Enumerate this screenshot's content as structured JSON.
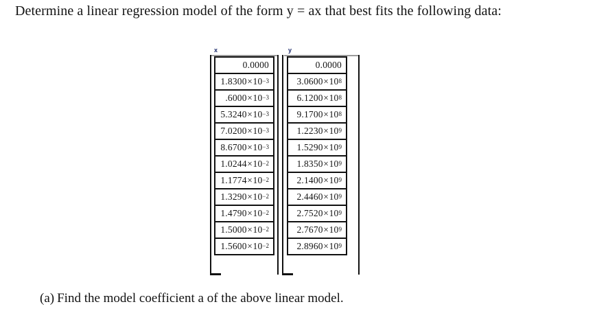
{
  "document": {
    "prompt": "Determine a linear regression model of the form y = ax that best fits the following data:",
    "question_a_marker": "(a)",
    "question_a_text": "Find the model coefficient a of the above linear model."
  },
  "table": {
    "headers": {
      "x": "x",
      "y": "y"
    },
    "rows": [
      {
        "x_mantissa": "0.0000",
        "x_exp": "",
        "y_mantissa": "0.0000",
        "y_exp": ""
      },
      {
        "x_mantissa": "1.8300",
        "x_exp": "-3",
        "y_mantissa": "3.0600",
        "y_exp": "8"
      },
      {
        "x_mantissa": ".6000",
        "x_exp": "-3",
        "y_mantissa": "6.1200",
        "y_exp": "8"
      },
      {
        "x_mantissa": "5.3240",
        "x_exp": "-3",
        "y_mantissa": "9.1700",
        "y_exp": "8"
      },
      {
        "x_mantissa": "7.0200",
        "x_exp": "-3",
        "y_mantissa": "1.2230",
        "y_exp": "9"
      },
      {
        "x_mantissa": "8.6700",
        "x_exp": "-3",
        "y_mantissa": "1.5290",
        "y_exp": "9"
      },
      {
        "x_mantissa": "1.0244",
        "x_exp": "-2",
        "y_mantissa": "1.8350",
        "y_exp": "9"
      },
      {
        "x_mantissa": "1.1774",
        "x_exp": "-2",
        "y_mantissa": "2.1400",
        "y_exp": "9"
      },
      {
        "x_mantissa": "1.3290",
        "x_exp": "-2",
        "y_mantissa": "2.4460",
        "y_exp": "9"
      },
      {
        "x_mantissa": "1.4790",
        "x_exp": "-2",
        "y_mantissa": "2.7520",
        "y_exp": "9"
      },
      {
        "x_mantissa": "1.5000",
        "x_exp": "-2",
        "y_mantissa": "2.7670",
        "y_exp": "9"
      },
      {
        "x_mantissa": "1.5600",
        "x_exp": "-2",
        "y_mantissa": "2.8960",
        "y_exp": "9"
      }
    ],
    "multiplier_symbol": "×",
    "base": "10"
  },
  "chart_data": {
    "type": "table",
    "title": "",
    "xlabel": "x",
    "ylabel": "y",
    "columns": [
      "x",
      "y"
    ],
    "x": [
      0.0,
      0.00183,
      0.0006,
      0.005324,
      0.00702,
      0.00867,
      0.010244,
      0.011774,
      0.01329,
      0.01479,
      0.015,
      0.0156
    ],
    "y": [
      0.0,
      306000000,
      612000000,
      917000000,
      1223000000,
      1529000000,
      1835000000,
      2140000000,
      2446000000,
      2752000000,
      2767000000,
      2896000000
    ],
    "x_display": [
      "0.0000",
      "1.8300×10^-3",
      ".6000×10^-3",
      "5.3240×10^-3",
      "7.0200×10^-3",
      "8.6700×10^-3",
      "1.0244×10^-2",
      "1.1774×10^-2",
      "1.3290×10^-2",
      "1.4790×10^-2",
      "1.5000×10^-2",
      "1.5600×10^-2"
    ],
    "y_display": [
      "0.0000",
      "3.0600×10^8",
      "6.1200×10^8",
      "9.1700×10^8",
      "1.2230×10^9",
      "1.5290×10^9",
      "1.8350×10^9",
      "2.1400×10^9",
      "2.4460×10^9",
      "2.7520×10^9",
      "2.7670×10^9",
      "2.8960×10^9"
    ],
    "grid": false,
    "legend": "none"
  },
  "colors": {
    "page_background": "#ffffff",
    "text": "#121212",
    "cell_border": "#111111",
    "header_label": "#1b2a6b",
    "header_rule": "#9a9a9a"
  }
}
